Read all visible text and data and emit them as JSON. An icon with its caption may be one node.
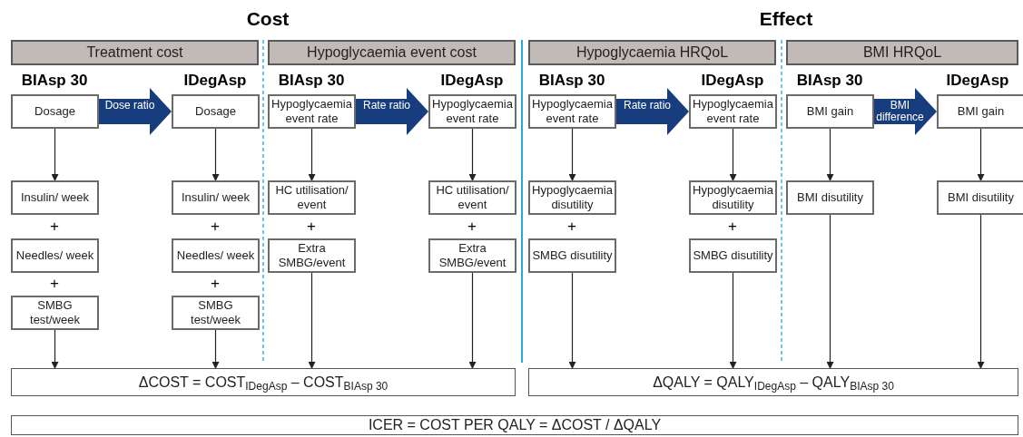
{
  "diagram": {
    "nodes": [
      {
        "text": [
          "Treatment cost"
        ]
      },
      {
        "text": [
          "Hypoglycaemia event cost"
        ]
      },
      {
        "text": [
          "Hypoglycaemia HRQoL"
        ]
      },
      {
        "text": [
          "BMI HRQoL"
        ]
      },
      {
        "text": [
          "Dosage"
        ]
      },
      {
        "text": [
          "Insulin/ week"
        ]
      },
      {
        "text": [
          "Needles/ week"
        ]
      },
      {
        "text": [
          "SMBG test/week"
        ]
      },
      {
        "text": [
          "Dosage"
        ]
      },
      {
        "text": [
          "Insulin/ week"
        ]
      },
      {
        "text": [
          "Needles/ week"
        ]
      },
      {
        "text": [
          "SMBG test/week"
        ]
      },
      {
        "text": [
          "Hypoglycaemia event rate"
        ]
      },
      {
        "text": [
          "HC utilisation/ event"
        ]
      },
      {
        "text": [
          "Extra SMBG/event"
        ]
      },
      {
        "text": [
          "Hypoglycaemia event rate"
        ]
      },
      {
        "text": [
          "HC utilisation/ event"
        ]
      },
      {
        "text": [
          "Extra SMBG/event"
        ]
      },
      {
        "text": [
          "Hypoglycaemia event rate"
        ]
      },
      {
        "text": [
          "Hypoglycaemia disutility"
        ]
      },
      {
        "text": [
          "SMBG disutility"
        ]
      },
      {
        "text": [
          "Hypoglycaemia event rate"
        ]
      },
      {
        "text": [
          "Hypoglycaemia disutility"
        ]
      },
      {
        "text": [
          "SMBG disutility"
        ]
      },
      {
        "text": [
          "BMI gain"
        ]
      },
      {
        "text": [
          "BMI disutility"
        ]
      },
      {
        "text": [
          "BMI gain"
        ]
      },
      {
        "text": [
          "BMI disutility"
        ]
      },
      {
        "text": [
          "ΔCOST = COST$_{IDegAsp}$ – COST$_{BIAsp 30}$"
        ]
      },
      {
        "text": [
          "ΔQALY = QALY$_{IDegAsp}$ – QALY$_{BIAsp 30}$"
        ]
      },
      {
        "text": [
          "ICER = COST PER QALY = ΔCOST / ΔQALY"
        ]
      }
    ],
    "edges": [
      {
        "from": 4,
        "to": 8,
        "arrow": "to",
        "label": "Dose ratio",
        "style": "thick",
        "color": "#173d7e"
      },
      {
        "from": 4,
        "to": 5,
        "arrow": "to"
      },
      {
        "from": 7,
        "to": 28,
        "arrow": "to"
      },
      {
        "from": 8,
        "to": 9,
        "arrow": "to"
      },
      {
        "from": 11,
        "to": 28,
        "arrow": "to"
      },
      {
        "from": 12,
        "to": 15,
        "arrow": "to",
        "label": "Rate ratio",
        "style": "thick",
        "color": "#173d7e"
      },
      {
        "from": 12,
        "to": 13,
        "arrow": "to"
      },
      {
        "from": 14,
        "to": 28,
        "arrow": "to"
      },
      {
        "from": 15,
        "to": 16,
        "arrow": "to"
      },
      {
        "from": 17,
        "to": 28,
        "arrow": "to"
      },
      {
        "from": 18,
        "to": 21,
        "arrow": "to",
        "label": "Rate ratio",
        "style": "thick",
        "color": "#173d7e"
      },
      {
        "from": 18,
        "to": 19,
        "arrow": "to"
      },
      {
        "from": 20,
        "to": 29,
        "arrow": "to"
      },
      {
        "from": 21,
        "to": 22,
        "arrow": "to"
      },
      {
        "from": 23,
        "to": 29,
        "arrow": "to"
      },
      {
        "from": 24,
        "to": 26,
        "arrow": "to",
        "label": "BMI difference",
        "style": "thick",
        "color": "#173d7e"
      },
      {
        "from": 24,
        "to": 25,
        "arrow": "to"
      },
      {
        "from": 25,
        "to": 29,
        "arrow": "to"
      },
      {
        "from": 26,
        "to": 27,
        "arrow": "to"
      },
      {
        "from": 27,
        "to": 29,
        "arrow": "to"
      }
    ],
    "labels": [
      "Cost",
      "Effect",
      "BIAsp 30",
      "IDegAsp",
      "BIAsp 30",
      "IDegAsp",
      "BIAsp 30",
      "IDegAsp",
      "BIAsp 30",
      "IDegAsp",
      "+",
      "+",
      "+",
      "+",
      "+",
      "+",
      "+",
      "+"
    ]
  }
}
